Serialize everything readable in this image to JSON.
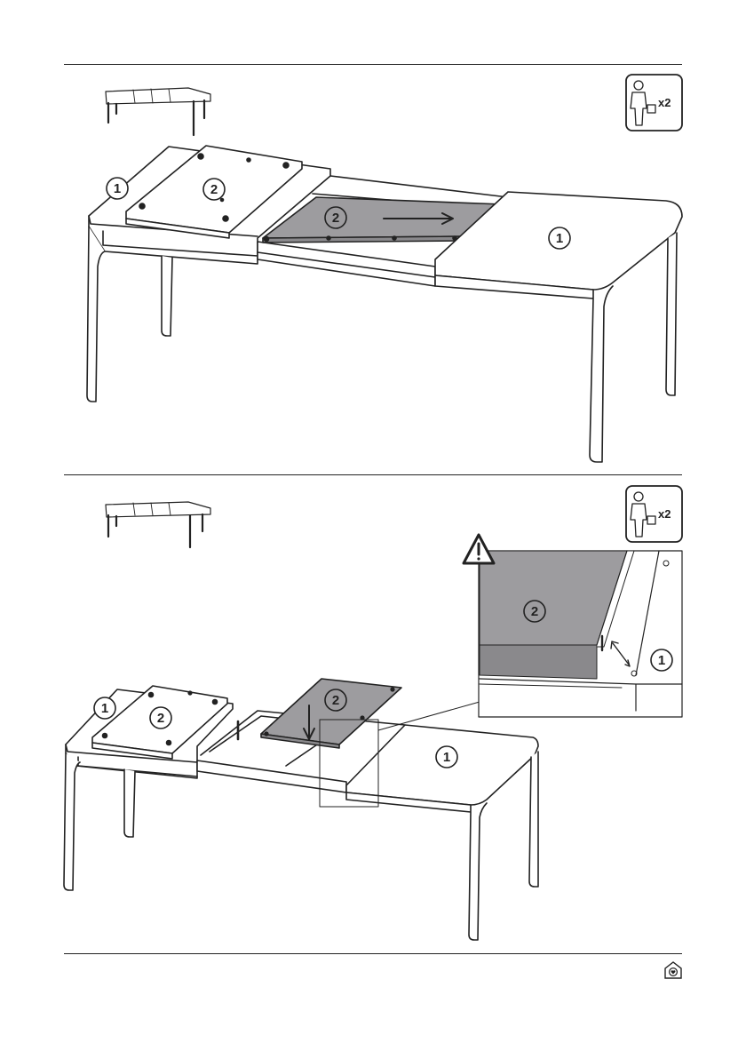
{
  "steps": [
    {
      "people_badge": {
        "icon": "person-with-toolbox-icon",
        "count_label": "x2"
      },
      "thumbnail": {
        "icon": "extended-table-thumbnail-icon"
      },
      "callouts": [
        "1",
        "2",
        "2",
        "1"
      ],
      "action": "slide-leaf-out-arrow"
    },
    {
      "people_badge": {
        "icon": "person-with-toolbox-icon",
        "count_label": "x2"
      },
      "thumbnail": {
        "icon": "extended-table-thumbnail-icon"
      },
      "callouts": [
        "1",
        "2",
        "2",
        "1"
      ],
      "detail_callouts": [
        "2",
        "1"
      ],
      "warning": {
        "icon": "warning-triangle-icon"
      },
      "action": "lower-leaf-down-arrow"
    }
  ],
  "footer": {
    "logo": "house-heart-logo-icon"
  },
  "colors": {
    "line": "#222222",
    "leaf_fill": "#9d9c9f",
    "paper": "#ffffff"
  }
}
